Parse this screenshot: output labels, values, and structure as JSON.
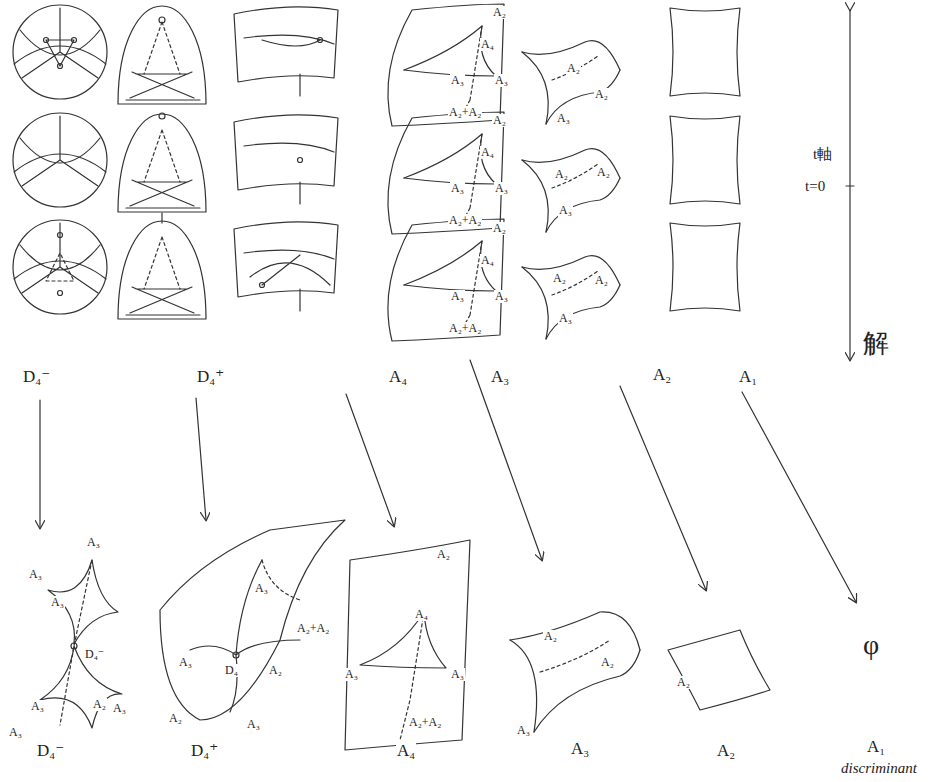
{
  "diagram": {
    "labels": [
      "A₂",
      "A₄",
      "A₃",
      "A₃",
      "A₂+A₂",
      "A₂",
      "A₄",
      "A₃",
      "A₃",
      "A₂+A₂",
      "A₂",
      "A₄",
      "A₃",
      "A₃",
      "A₂+A₂",
      "A₂",
      "A₂",
      "A₃",
      "A₂",
      "A₂",
      "A₃",
      "A₂",
      "A₂",
      "A₃",
      "t軸",
      "t=0",
      "解",
      "D₄⁻",
      "D₄⁺",
      "A₄",
      "A₃",
      "A₂",
      "A₁",
      "A₃",
      "A₃",
      "A₃",
      "D₄⁻",
      "A₃",
      "A₂",
      "A₃",
      "A₃",
      "A₃",
      "A₂+A₂",
      "A₃",
      "D₄",
      "A₂",
      "A₂",
      "A₃",
      "A₂",
      "A₄",
      "A₃",
      "A₃",
      "A₂+A₂",
      "A₂",
      "A₂",
      "A₃",
      "A₂",
      "φ",
      "D₄⁻",
      "D₄⁺",
      "A₄",
      "A₃",
      "A₂",
      "A₁",
      "discriminant"
    ]
  }
}
